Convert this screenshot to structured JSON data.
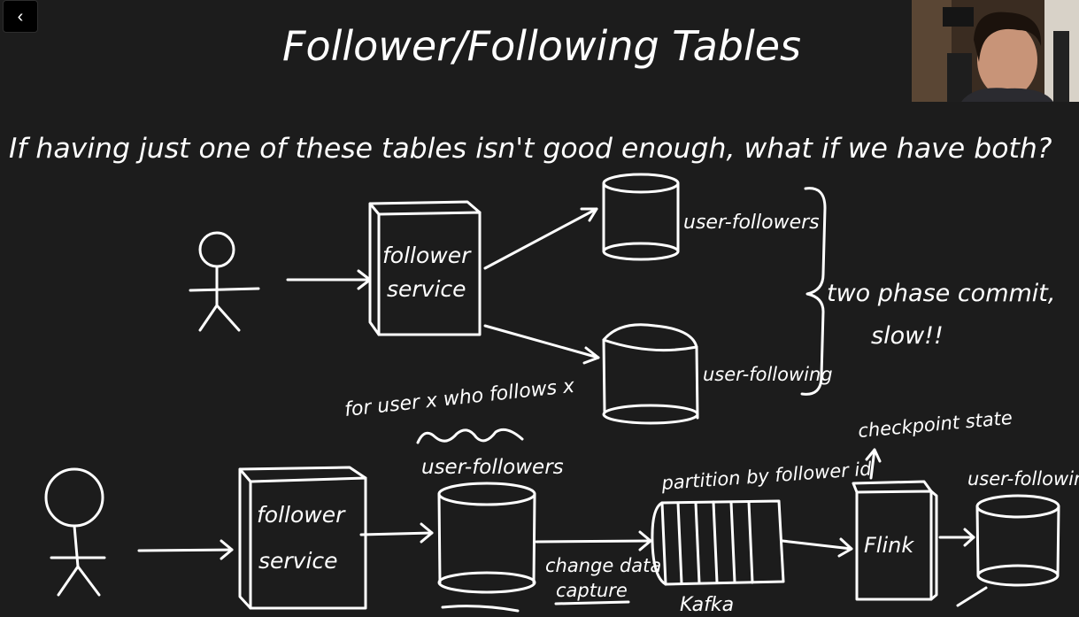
{
  "nav": {
    "back_icon": "‹"
  },
  "title": "Follower/Following Tables",
  "question": "If having just one of these tables isn't good enough, what if we have both?",
  "top_diagram": {
    "service_label": [
      "follower",
      "service"
    ],
    "table_top": "user-followers",
    "table_bottom": "user-following",
    "brace_note": [
      "two phase commit,",
      "slow!!"
    ],
    "caption": "for user x who follows x"
  },
  "bottom_diagram": {
    "service_label": [
      "follower",
      "service"
    ],
    "table_label": "user-followers",
    "cdc_label": [
      "change data",
      "capture"
    ],
    "partition_label": "partition by follower id",
    "queue_label": "Kafka",
    "flink_label": "Flink",
    "checkpoint_label": "checkpoint state",
    "output_label": "user-following"
  },
  "colors": {
    "background": "#1c1c1c",
    "ink": "#ffffff"
  }
}
